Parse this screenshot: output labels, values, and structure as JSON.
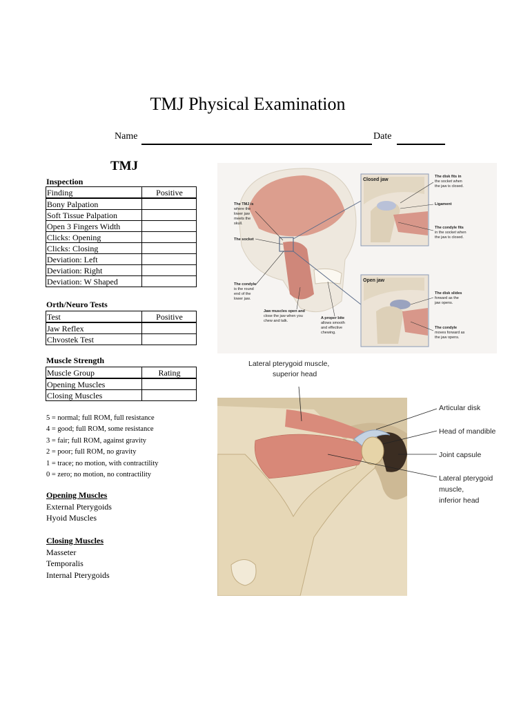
{
  "header": {
    "title": "TMJ Physical Examination",
    "name_label": "Name",
    "date_label": "Date"
  },
  "section_title": "TMJ",
  "inspection": {
    "heading": "Inspection",
    "columns": [
      "Finding",
      "Positive"
    ],
    "rows": [
      "Bony Palpation",
      "Soft Tissue Palpation",
      "Open 3 Fingers Width",
      "Clicks: Opening",
      "Clicks: Closing",
      "Deviation: Left",
      "Deviation: Right",
      "Deviation: W Shaped"
    ]
  },
  "orth_neuro": {
    "heading": "Orth/Neuro Tests",
    "columns": [
      "Test",
      "Positive"
    ],
    "rows": [
      "Jaw Reflex",
      "Chvostek Test"
    ]
  },
  "muscle_strength": {
    "heading": "Muscle Strength",
    "columns": [
      "Muscle Group",
      "Rating"
    ],
    "rows": [
      "Opening Muscles",
      "Closing Muscles"
    ]
  },
  "rating_scale": [
    "5 = normal; full ROM, full resistance",
    "4 = good; full ROM, some resistance",
    "3 = fair; full ROM, against gravity",
    "2 = poor; full ROM, no gravity",
    "1 = trace; no motion, with contractility",
    "0 = zero; no motion, no contractility"
  ],
  "opening_muscles": {
    "heading": "Opening Muscles",
    "items": [
      "External Pterygoids",
      "Hyoid Muscles"
    ]
  },
  "closing_muscles": {
    "heading": "Closing Muscles",
    "items": [
      "Masseter",
      "Temporalis",
      "Internal Pterygoids"
    ]
  },
  "figure_top": {
    "tmj_label": [
      "The TMJ is",
      "where the",
      "lower jaw",
      "meets the",
      "skull."
    ],
    "socket_label": "The socket",
    "condyle_label": [
      "The condyle",
      "is the round",
      "end of the",
      "lower jaw."
    ],
    "jaw_muscles_label": [
      "Jaw muscles open and",
      "close the jaw when you",
      "chew and talk."
    ],
    "bite_label": [
      "A proper bite",
      "allows smooth",
      "and effective",
      "chewing."
    ],
    "closed_jaw": "Closed jaw",
    "open_jaw": "Open jaw",
    "closed_disk": [
      "The disk fits in",
      "the socket when",
      "the jaw is closed."
    ],
    "ligament": "Ligament",
    "closed_condyle": [
      "The condyle fits",
      "in the socket when",
      "the jaw is closed."
    ],
    "open_disk": [
      "The disk slides",
      "forward as the",
      "jaw opens."
    ],
    "open_condyle": [
      "The condyle",
      "moves forward as",
      "the jaw opens."
    ]
  },
  "figure_bottom": {
    "superior_head": [
      "Lateral pterygoid muscle,",
      "superior head"
    ],
    "articular_disk": "Articular disk",
    "head_of_mandible": "Head of mandible",
    "joint_capsule": "Joint capsule",
    "inferior_head": [
      "Lateral pterygoid",
      "muscle,",
      "inferior head"
    ]
  }
}
